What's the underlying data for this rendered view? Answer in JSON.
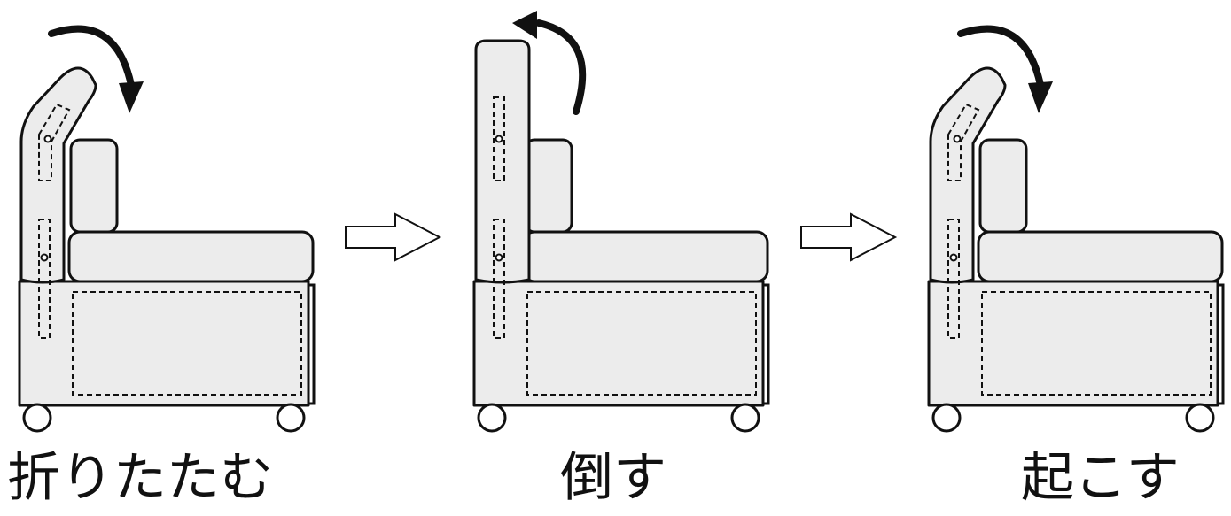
{
  "steps": [
    {
      "id": "fold",
      "label": "折りたたむ",
      "state": "folded"
    },
    {
      "id": "tilt",
      "label": "倒す",
      "state": "upright"
    },
    {
      "id": "raise",
      "label": "起こす",
      "state": "folded"
    }
  ]
}
